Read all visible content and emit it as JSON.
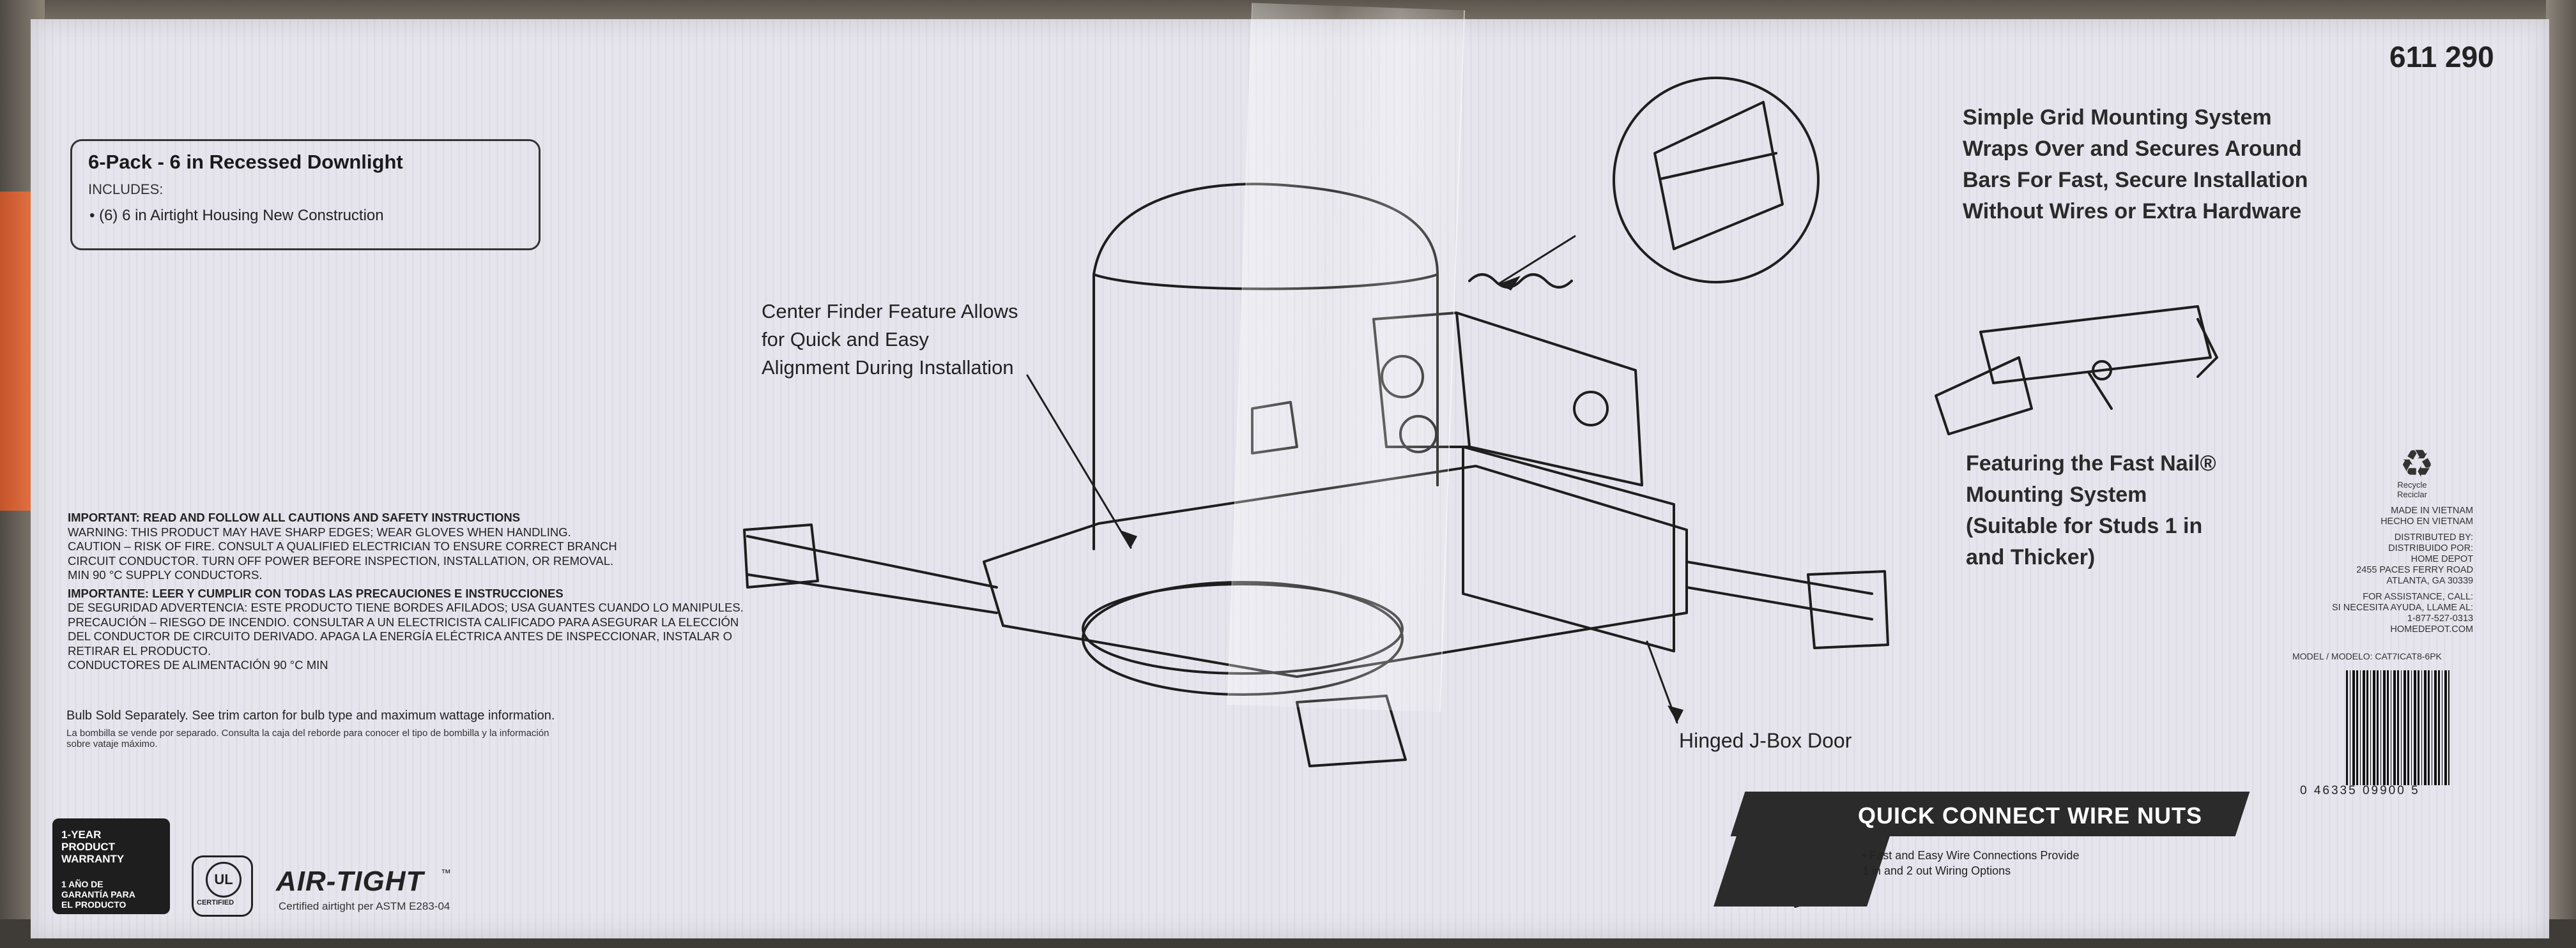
{
  "box": {
    "model_number": "611 290",
    "product_title": "6-Pack - 6 in Recessed Downlight",
    "includes_label": "INCLUDES:",
    "includes_item": "• (6) 6 in Airtight Housing New Construction"
  },
  "features": {
    "grid_mount": [
      "Simple Grid Mounting System",
      "Wraps Over and Secures Around",
      "Bars For Fast, Secure Installation",
      "Without Wires or Extra Hardware"
    ],
    "center_finder": [
      "Center Finder Feature Allows",
      "for Quick and Easy",
      "Alignment During Installation"
    ],
    "fast_nail": [
      "Featuring the Fast Nail®",
      "Mounting System",
      "(Suitable for Studs 1 in",
      "and Thicker)"
    ],
    "jbox_door": "Hinged J-Box Door"
  },
  "warnings": [
    "IMPORTANT: READ AND FOLLOW ALL CAUTIONS AND SAFETY INSTRUCTIONS",
    "WARNING: THIS PRODUCT MAY HAVE SHARP EDGES; WEAR GLOVES WHEN HANDLING.",
    "CAUTION – RISK OF FIRE. CONSULT A QUALIFIED ELECTRICIAN TO ENSURE CORRECT BRANCH",
    "CIRCUIT CONDUCTOR. TURN OFF POWER BEFORE INSPECTION, INSTALLATION, OR REMOVAL.",
    "MIN 90 °C SUPPLY CONDUCTORS.",
    "IMPORTANTE: LEER Y CUMPLIR CON TODAS LAS PRECAUCIONES E INSTRUCCIONES",
    "DE SEGURIDAD ADVERTENCIA: ESTE PRODUCTO TIENE BORDES AFILADOS; USA GUANTES CUANDO LO MANIPULES.",
    "PRECAUCIÓN – RIESGO DE INCENDIO. CONSULTAR A UN ELECTRICISTA CALIFICADO PARA ASEGURAR LA ELECCIÓN",
    "DEL CONDUCTOR DE CIRCUITO DERIVADO. APAGA LA ENERGÍA ELÉCTRICA ANTES DE INSPECCIONAR, INSTALAR O",
    "RETIRAR EL PRODUCTO.",
    "CONDUCTORES DE ALIMENTACIÓN 90 °C MIN"
  ],
  "bulb_note": "Bulb Sold Separately. See trim carton for bulb type and maximum wattage information.",
  "bulb_note_es": [
    "La bombilla se vende por separado. Consulta la caja del reborde para conocer el tipo de bombilla y la información",
    "sobre vataje máximo."
  ],
  "recycle": {
    "icon": "recycle-icon",
    "glyph": "♻",
    "label": [
      "Recycle",
      "Reciclar"
    ]
  },
  "made_in": [
    "MADE IN VIETNAM",
    "HECHO EN VIETNAM",
    "",
    "DISTRIBUTED BY:",
    "DISTRIBUIDO POR:",
    "HOME DEPOT",
    "2455 PACES FERRY ROAD",
    "ATLANTA, GA 30339",
    "",
    "FOR ASSISTANCE, CALL:",
    "SI NECESITA AYUDA, LLAME AL:",
    "1-877-527-0313",
    "HOMEDEPOT.COM"
  ],
  "model_line": "MODEL / MODELO: CAT7ICAT8-6PK",
  "barcode_digits": "0  46335 09900  5",
  "quick_connect": {
    "title": "QUICK CONNECT WIRE NUTS",
    "desc": [
      "• Fast and Easy Wire Connections Provide",
      "1 in and 2 out Wiring Options"
    ]
  },
  "warranty": {
    "text": [
      "1-YEAR",
      "PRODUCT",
      "WARRANTY"
    ],
    "text_es": [
      "1 AÑO DE",
      "GARANTÍA PARA",
      "EL PRODUCTO"
    ]
  },
  "ul": {
    "mark": "UL",
    "label": "CERTIFIED"
  },
  "airtight": {
    "logo": "AIR-TIGHT",
    "tm": "™",
    "subtitle": "Certified airtight per ASTM E283-04"
  },
  "colors": {
    "carton": "#e6e5ed",
    "ink": "#1a1a1a",
    "banner": "#2b2b2b",
    "cardboard": "#8a8176",
    "orange": "#d8602f"
  }
}
